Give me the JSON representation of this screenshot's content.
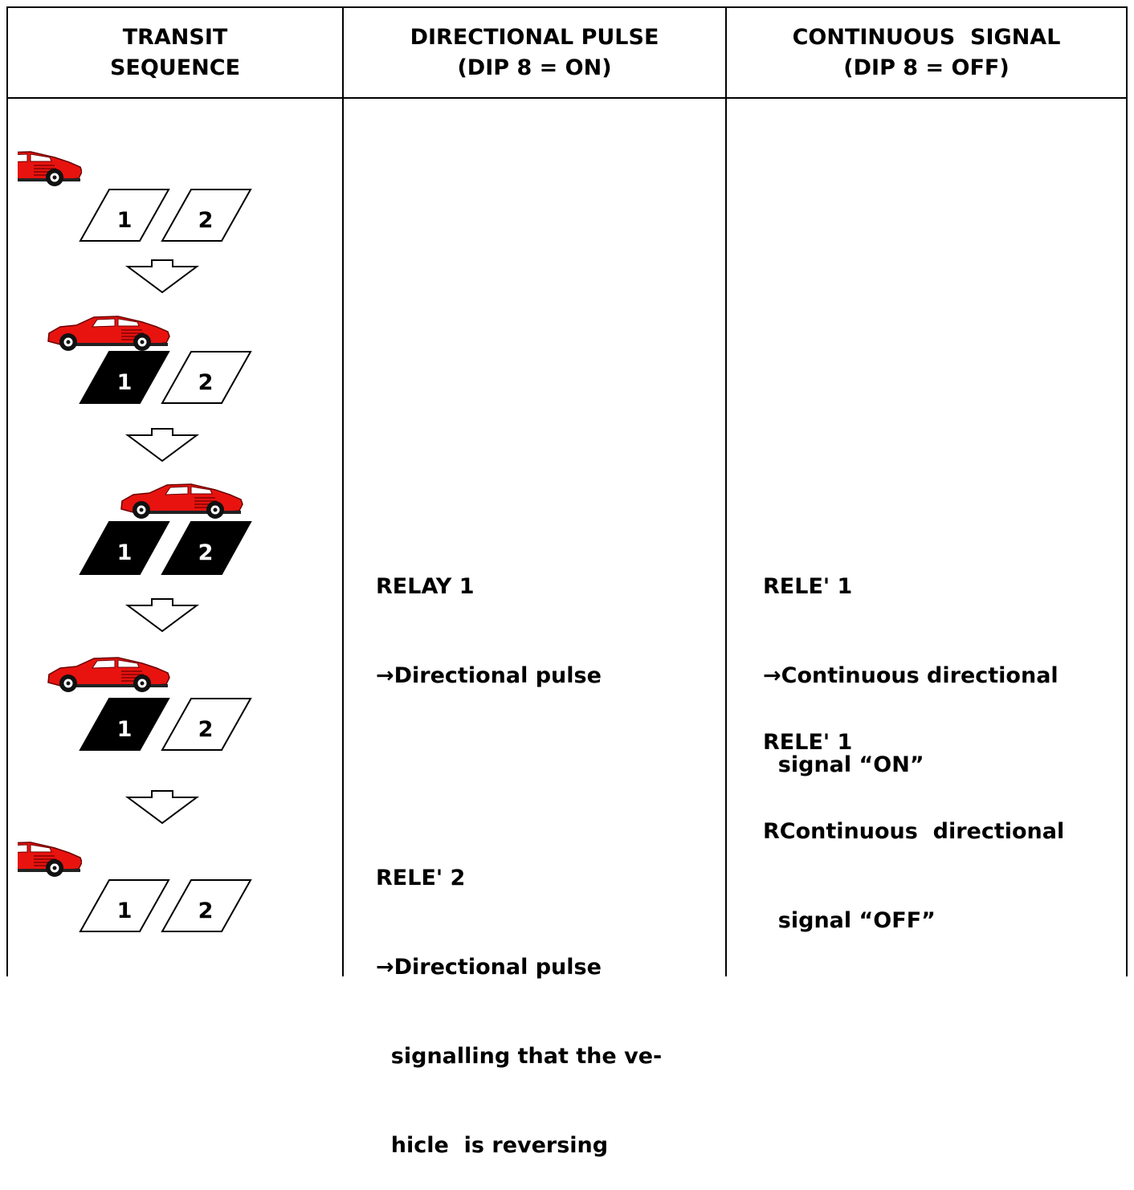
{
  "headers": {
    "col1_line1": "TRANSIT",
    "col1_line2": "SEQUENCE",
    "col2_line1": "DIRECTIONAL PULSE",
    "col2_line2": "(DIP 8 = ON)",
    "col3_line1": "CONTINUOUS  SIGNAL",
    "col3_line2": "(DIP 8 = OFF)"
  },
  "sequence": {
    "loop1_label": "1",
    "loop2_label": "2",
    "car_color": "#e8130f",
    "steps": [
      {
        "loop1": "empty",
        "loop2": "empty",
        "car": "entering-left"
      },
      {
        "loop1": "occupied",
        "loop2": "empty",
        "car": "on-loop-1"
      },
      {
        "loop1": "occupied",
        "loop2": "occupied",
        "car": "on-both-loops"
      },
      {
        "loop1": "occupied",
        "loop2": "empty",
        "car": "reversing-on-loop-1"
      },
      {
        "loop1": "empty",
        "loop2": "empty",
        "car": "exiting-left"
      }
    ]
  },
  "pulse": {
    "block1_line1": "RELAY 1",
    "block1_line2": "→Directional pulse",
    "block2_line1": "RELE' 2",
    "block2_line2": "→Directional pulse",
    "block2_line3": "  signalling that the ve-",
    "block2_line4": "  hicle  is reversing"
  },
  "continuous": {
    "block1_line1": "RELE' 1",
    "block1_line2": "→Continuous directional",
    "block1_line3": "  signal “ON”",
    "block2_line1": "RELE' 1",
    "block2_line2": "RContinuous  directional",
    "block2_line3": "  signal “OFF”"
  }
}
